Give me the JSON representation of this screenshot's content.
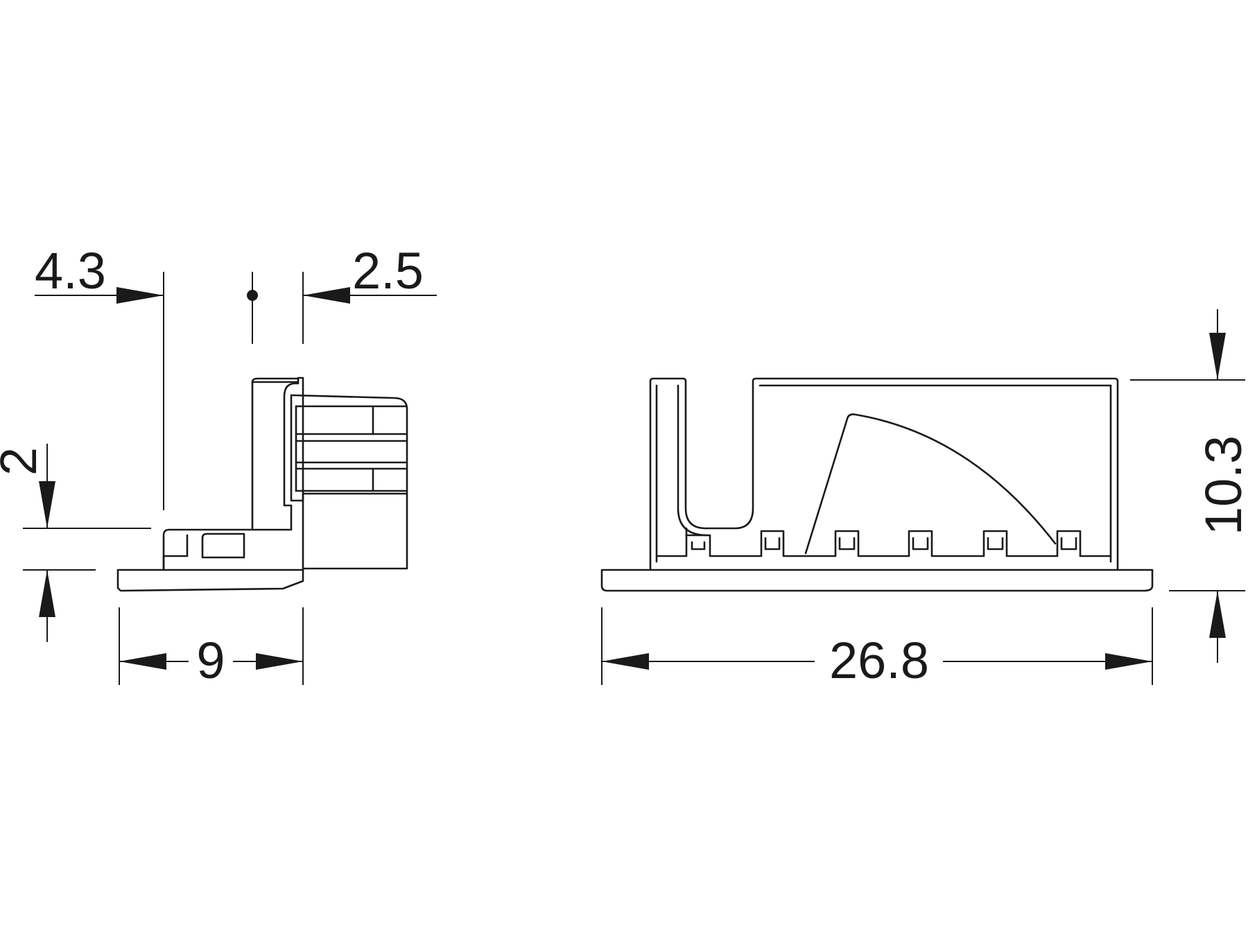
{
  "dimensions": {
    "offset_left": "4.3",
    "offset_right": "2.5",
    "flange_height": "2",
    "side_width": "9",
    "front_width": "26.8",
    "front_height": "10.3"
  },
  "colors": {
    "line": "#1a1a1a",
    "background": "#ffffff"
  }
}
